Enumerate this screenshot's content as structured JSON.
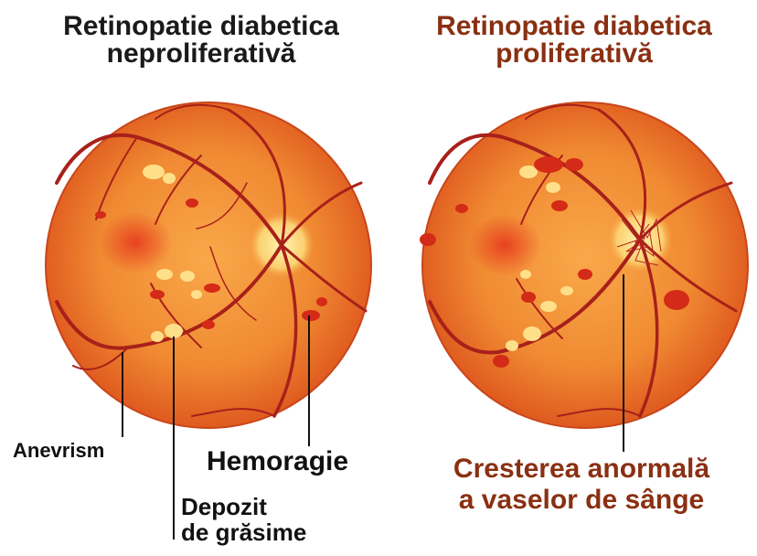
{
  "titles": {
    "left_line1": "Retinopatie diabetica",
    "left_line2": "neproliferativă",
    "right_line1": "Retinopatie diabetica",
    "right_line2": "proliferativă"
  },
  "labels": {
    "anevrism": "Anevrism",
    "hemoragie": "Hemoragie",
    "depozit_line1": "Depozit",
    "depozit_line2": "de grăsime",
    "crestere_line1": "Cresterea anormală",
    "crestere_line2": "a vaselor de sânge"
  },
  "colors": {
    "retina_center": "#f79a3a",
    "retina_edge": "#e2561a",
    "macula": "#e63c1e",
    "vessel": "#a8201a",
    "hemorrhage": "#d42a18",
    "fat_deposit": "#ffe08a",
    "title_left": "#1a1a1a",
    "title_right": "#8a3012"
  }
}
